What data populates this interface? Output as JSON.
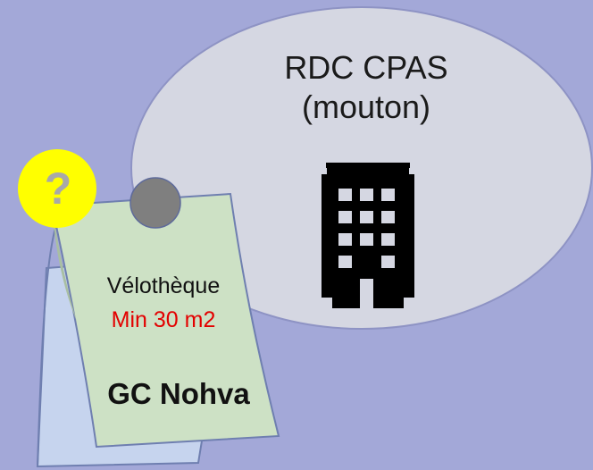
{
  "bubble": {
    "title_line1": "RDC CPAS",
    "title_line2": "(mouton)",
    "icon": "building-icon"
  },
  "note": {
    "line1": "Vélothèque",
    "line2": "Min 30 m2",
    "line3": "GC Nohva",
    "pin_icon": "pushpin-icon"
  },
  "badge": {
    "symbol": "?",
    "icon": "question-icon"
  },
  "colors": {
    "background": "#a3a8d8",
    "bubble": "#d5d7e2",
    "note_front": "#cde1c5",
    "note_back": "#c6d4ee",
    "badge": "#ffff00",
    "highlight_text": "#e30000"
  }
}
